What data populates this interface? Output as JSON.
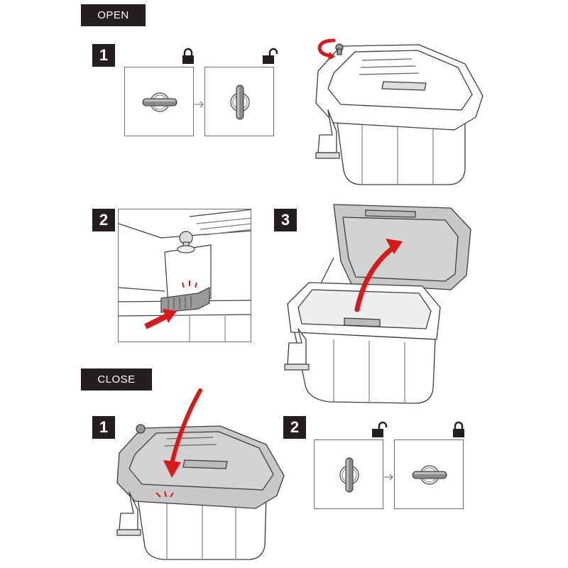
{
  "open_section": {
    "label": "OPEN",
    "steps": [
      {
        "number": "1",
        "lock_from": "lock-closed-icon",
        "lock_to": "lock-open-icon"
      },
      {
        "number": "2"
      },
      {
        "number": "3"
      }
    ]
  },
  "close_section": {
    "label": "CLOSE",
    "steps": [
      {
        "number": "1"
      },
      {
        "number": "2",
        "lock_from": "lock-open-icon",
        "lock_to": "lock-closed-icon"
      }
    ]
  },
  "colors": {
    "label_bg": "#231f20",
    "arrow_red": "#d7191c",
    "line": "#3c3c3c",
    "shade": "#c8c8c8"
  }
}
